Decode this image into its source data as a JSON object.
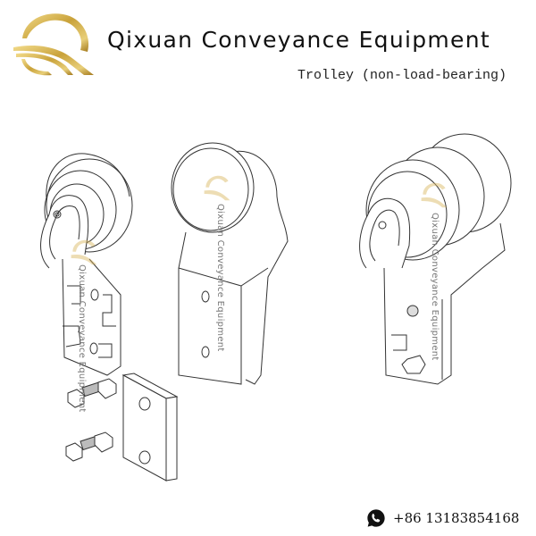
{
  "header": {
    "logo": "qixuan-q-logo",
    "company_name": "Qixuan Conveyance Equipment",
    "subtitle": "Trolley (non-load-bearing)"
  },
  "watermarks": {
    "text": "Qixuan Conveyance Equipment",
    "icon": "qixuan-q-logo-faded"
  },
  "illustration": {
    "parts": [
      {
        "name": "trolley-with-bracket-left",
        "label": "Trolley assembly with wheel and bracket (exploded)"
      },
      {
        "name": "bolt-with-nuts-upper",
        "label": "Bolt with nuts"
      },
      {
        "name": "bolt-with-nuts-lower",
        "label": "Bolt with nuts"
      },
      {
        "name": "spacer-plate",
        "label": "Plate with two holes"
      },
      {
        "name": "trolley-side-view-center",
        "label": "Trolley wheel with angled bracket"
      },
      {
        "name": "trolley-assembled-right",
        "label": "Assembled trolley"
      }
    ]
  },
  "contact": {
    "icon": "whatsapp-icon",
    "phone": "+86  13183854168"
  },
  "colors": {
    "gold": "#C9A23A",
    "gold_light": "#E8CF7A",
    "line": "#333333",
    "background": "#FFFFFF"
  }
}
